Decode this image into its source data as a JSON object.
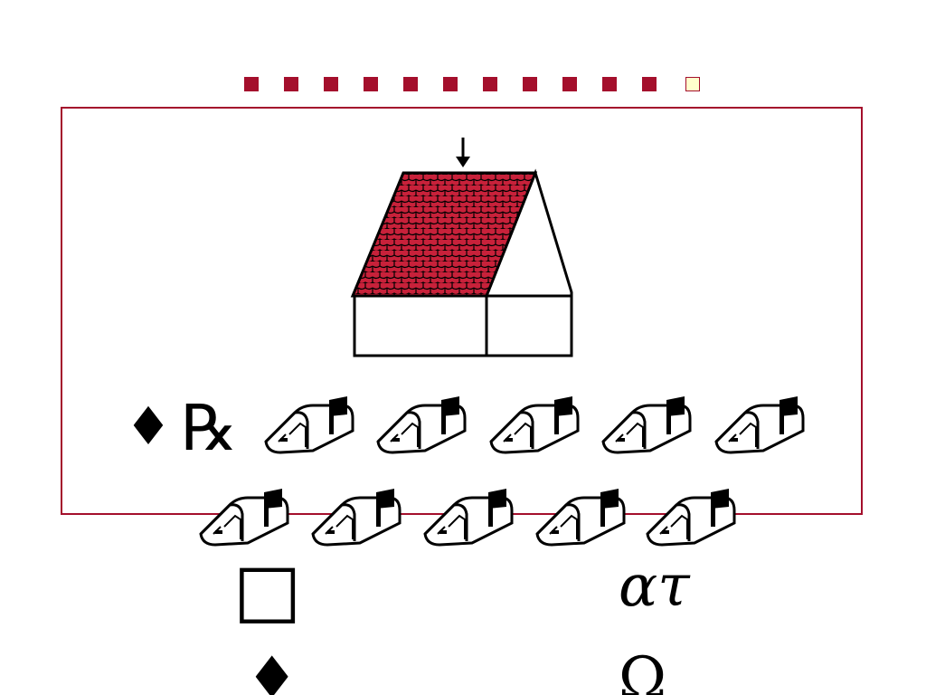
{
  "slide": {
    "progress": {
      "total_dots": 12,
      "current_dot": 12,
      "accent_color": "#a40f2c",
      "current_color": "#ffffcc"
    },
    "picture": {
      "icon": "house-with-tiled-roof-icon",
      "roof_color": "#c8213a"
    },
    "symbol_rows": {
      "row1_prefix": "♦",
      "row1_letter": "℞",
      "row1_mailboxes": 5,
      "row2_mailboxes": 5
    },
    "lower_symbols": {
      "square": "□",
      "script": "ɑτ",
      "diamond": "♦",
      "omega": "Ω"
    }
  }
}
